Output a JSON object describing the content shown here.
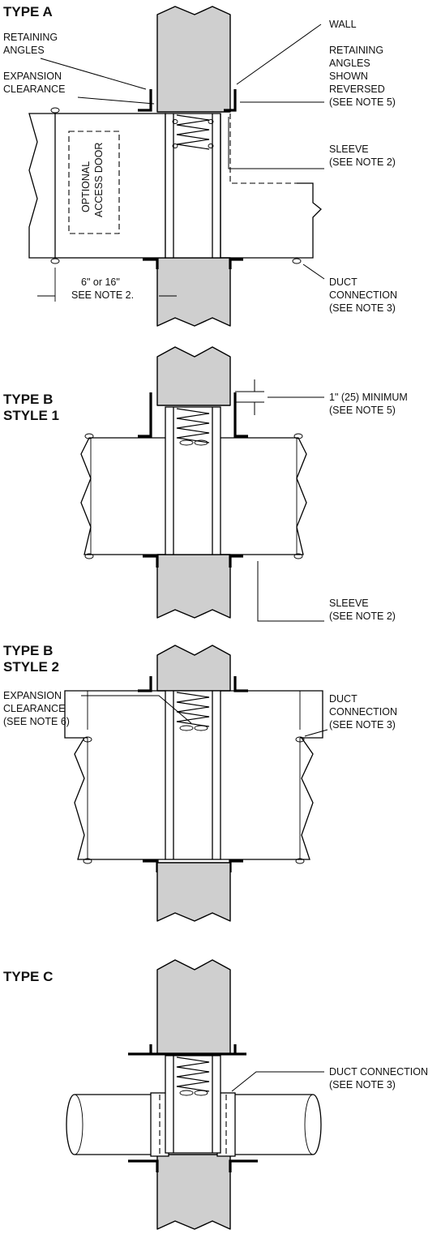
{
  "sections": {
    "type_a": {
      "title": "TYPE A",
      "labels": {
        "retaining_angles": [
          "RETAINING",
          "ANGLES"
        ],
        "expansion_clearance": [
          "EXPANSION",
          "CLEARANCE"
        ],
        "optional_access_door": [
          "OPTIONAL",
          "ACCESS DOOR"
        ],
        "wall": "WALL",
        "retaining_angles_reversed": [
          "RETAINING",
          "ANGLES",
          "SHOWN",
          "REVERSED",
          "(SEE NOTE 5)"
        ],
        "sleeve": [
          "SLEEVE",
          "(SEE NOTE 2)"
        ],
        "dimension": [
          "6\" or 16\"",
          "SEE NOTE 2."
        ],
        "duct_connection": [
          "DUCT",
          "CONNECTION",
          "(SEE NOTE 3)"
        ]
      }
    },
    "type_b_style_1": {
      "title": [
        "TYPE B",
        "STYLE 1"
      ],
      "labels": {
        "minimum": [
          "1\" (25) MINIMUM",
          "(SEE NOTE 5)"
        ],
        "sleeve": [
          "SLEEVE",
          "(SEE NOTE 2)"
        ]
      }
    },
    "type_b_style_2": {
      "title": [
        "TYPE B",
        "STYLE 2"
      ],
      "labels": {
        "expansion_clearance": [
          "EXPANSION",
          "CLEARANCE",
          "(SEE NOTE 6)"
        ],
        "duct_connection": [
          "DUCT",
          "CONNECTION",
          "(SEE NOTE 3)"
        ]
      }
    },
    "type_c": {
      "title": "TYPE C",
      "labels": {
        "duct_connection": [
          "DUCT CONNECTION",
          "(SEE NOTE 3)"
        ]
      }
    }
  },
  "colors": {
    "wall_fill": "#cfcfcf",
    "line": "#000000",
    "background": "#ffffff"
  }
}
